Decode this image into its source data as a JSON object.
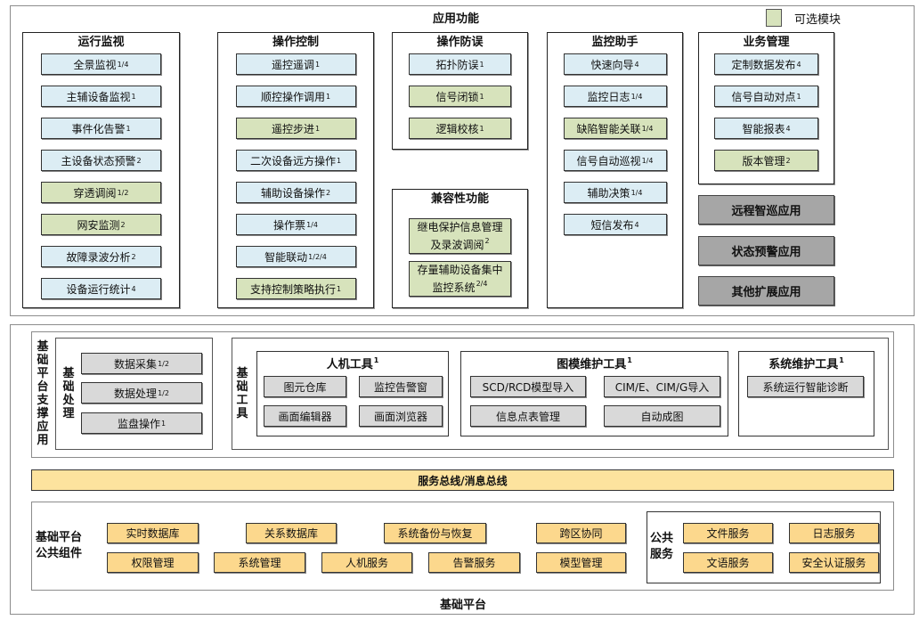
{
  "app": {
    "title": "应用功能",
    "legend_label": "可选模块",
    "columns": [
      {
        "title": "运行监视",
        "items": [
          {
            "label": "全景监视",
            "sup": "1/4",
            "color": "blue"
          },
          {
            "label": "主辅设备监视",
            "sup": "1",
            "color": "blue"
          },
          {
            "label": "事件化告警",
            "sup": "1",
            "color": "blue"
          },
          {
            "label": "主设备状态预警",
            "sup": "2",
            "color": "blue"
          },
          {
            "label": "穿透调阅",
            "sup": "1/2",
            "color": "green"
          },
          {
            "label": "网安监测",
            "sup": "2",
            "color": "green"
          },
          {
            "label": "故障录波分析",
            "sup": "2",
            "color": "blue"
          },
          {
            "label": "设备运行统计",
            "sup": "4",
            "color": "blue"
          }
        ]
      },
      {
        "title": "操作控制",
        "items": [
          {
            "label": "遥控遥调",
            "sup": "1",
            "color": "blue"
          },
          {
            "label": "顺控操作调用",
            "sup": "1",
            "color": "blue"
          },
          {
            "label": "遥控步进",
            "sup": "1",
            "color": "green"
          },
          {
            "label": "二次设备远方操作",
            "sup": "1",
            "color": "blue"
          },
          {
            "label": "辅助设备操作",
            "sup": "2",
            "color": "blue"
          },
          {
            "label": "操作票",
            "sup": "1/4",
            "color": "blue"
          },
          {
            "label": "智能联动",
            "sup": "1/2/4",
            "color": "blue"
          },
          {
            "label": "支持控制策略执行",
            "sup": "1",
            "color": "green"
          }
        ]
      },
      {
        "title": "操作防误",
        "items": [
          {
            "label": "拓扑防误",
            "sup": "1",
            "color": "blue"
          },
          {
            "label": "信号闭锁",
            "sup": "1",
            "color": "green"
          },
          {
            "label": "逻辑校核",
            "sup": "1",
            "color": "green"
          }
        ]
      },
      {
        "title": "兼容性功能",
        "items": [
          {
            "label": "继电保护信息管理",
            "label2": "及录波调阅",
            "sup": "2",
            "color": "green"
          },
          {
            "label": "存量辅助设备集中",
            "label2": "监控系统",
            "sup": "2/4",
            "color": "green"
          }
        ]
      },
      {
        "title": "监控助手",
        "items": [
          {
            "label": "快速向导",
            "sup": "4",
            "color": "blue"
          },
          {
            "label": "监控日志",
            "sup": "1/4",
            "color": "blue"
          },
          {
            "label": "缺陷智能关联",
            "sup": "1/4",
            "color": "green"
          },
          {
            "label": "信号自动巡视",
            "sup": "1/4",
            "color": "blue"
          },
          {
            "label": "辅助决策",
            "sup": "1/4",
            "color": "blue"
          },
          {
            "label": "短信发布",
            "sup": "4",
            "color": "blue"
          }
        ]
      },
      {
        "title": "业务管理",
        "items": [
          {
            "label": "定制数据发布",
            "sup": "4",
            "color": "blue"
          },
          {
            "label": "信号自动对点",
            "sup": "1",
            "color": "blue"
          },
          {
            "label": "智能报表",
            "sup": "4",
            "color": "blue"
          },
          {
            "label": "版本管理",
            "sup": "2",
            "color": "green"
          }
        ]
      }
    ],
    "extension_apps": [
      "远程智巡应用",
      "状态预警应用",
      "其他扩展应用"
    ]
  },
  "platform": {
    "title": "基础平台",
    "support_label": "基础平台支撑应用",
    "processing": {
      "label": "基础处理",
      "items": [
        {
          "label": "数据采集",
          "sup": "1/2"
        },
        {
          "label": "数据处理",
          "sup": "1/2"
        },
        {
          "label": "监盘操作",
          "sup": "1"
        }
      ]
    },
    "tools_label": "基础工具",
    "tool_groups": [
      {
        "title": "人机工具",
        "sup": "1",
        "items": [
          "图元仓库",
          "监控告警窗",
          "画面编辑器",
          "画面浏览器"
        ]
      },
      {
        "title": "图模维护工具",
        "sup": "1",
        "items": [
          "SCD/RCD模型导入",
          "CIM/E、CIM/G导入",
          "信息点表管理",
          "自动成图"
        ]
      },
      {
        "title": "系统维护工具",
        "sup": "1",
        "items": [
          "系统运行智能诊断"
        ]
      }
    ],
    "bus_label": "服务总线/消息总线",
    "common": {
      "label_line1": "基础平台",
      "label_line2": "公共组件",
      "row1": [
        "实时数据库",
        "关系数据库",
        "系统备份与恢复",
        "跨区协同"
      ],
      "row2": [
        "权限管理",
        "系统管理",
        "人机服务",
        "告警服务",
        "模型管理"
      ],
      "public_services": {
        "label_line1": "公共",
        "label_line2": "服务",
        "items": [
          "文件服务",
          "日志服务",
          "文语服务",
          "安全认证服务"
        ]
      }
    }
  },
  "colors": {
    "blue": "#dcedf4",
    "green": "#d7e3bc",
    "gray": "#d9d9d9",
    "dark_gray": "#a6a6a6",
    "yellow": "#fcd88d",
    "bus": "#fde39e"
  }
}
